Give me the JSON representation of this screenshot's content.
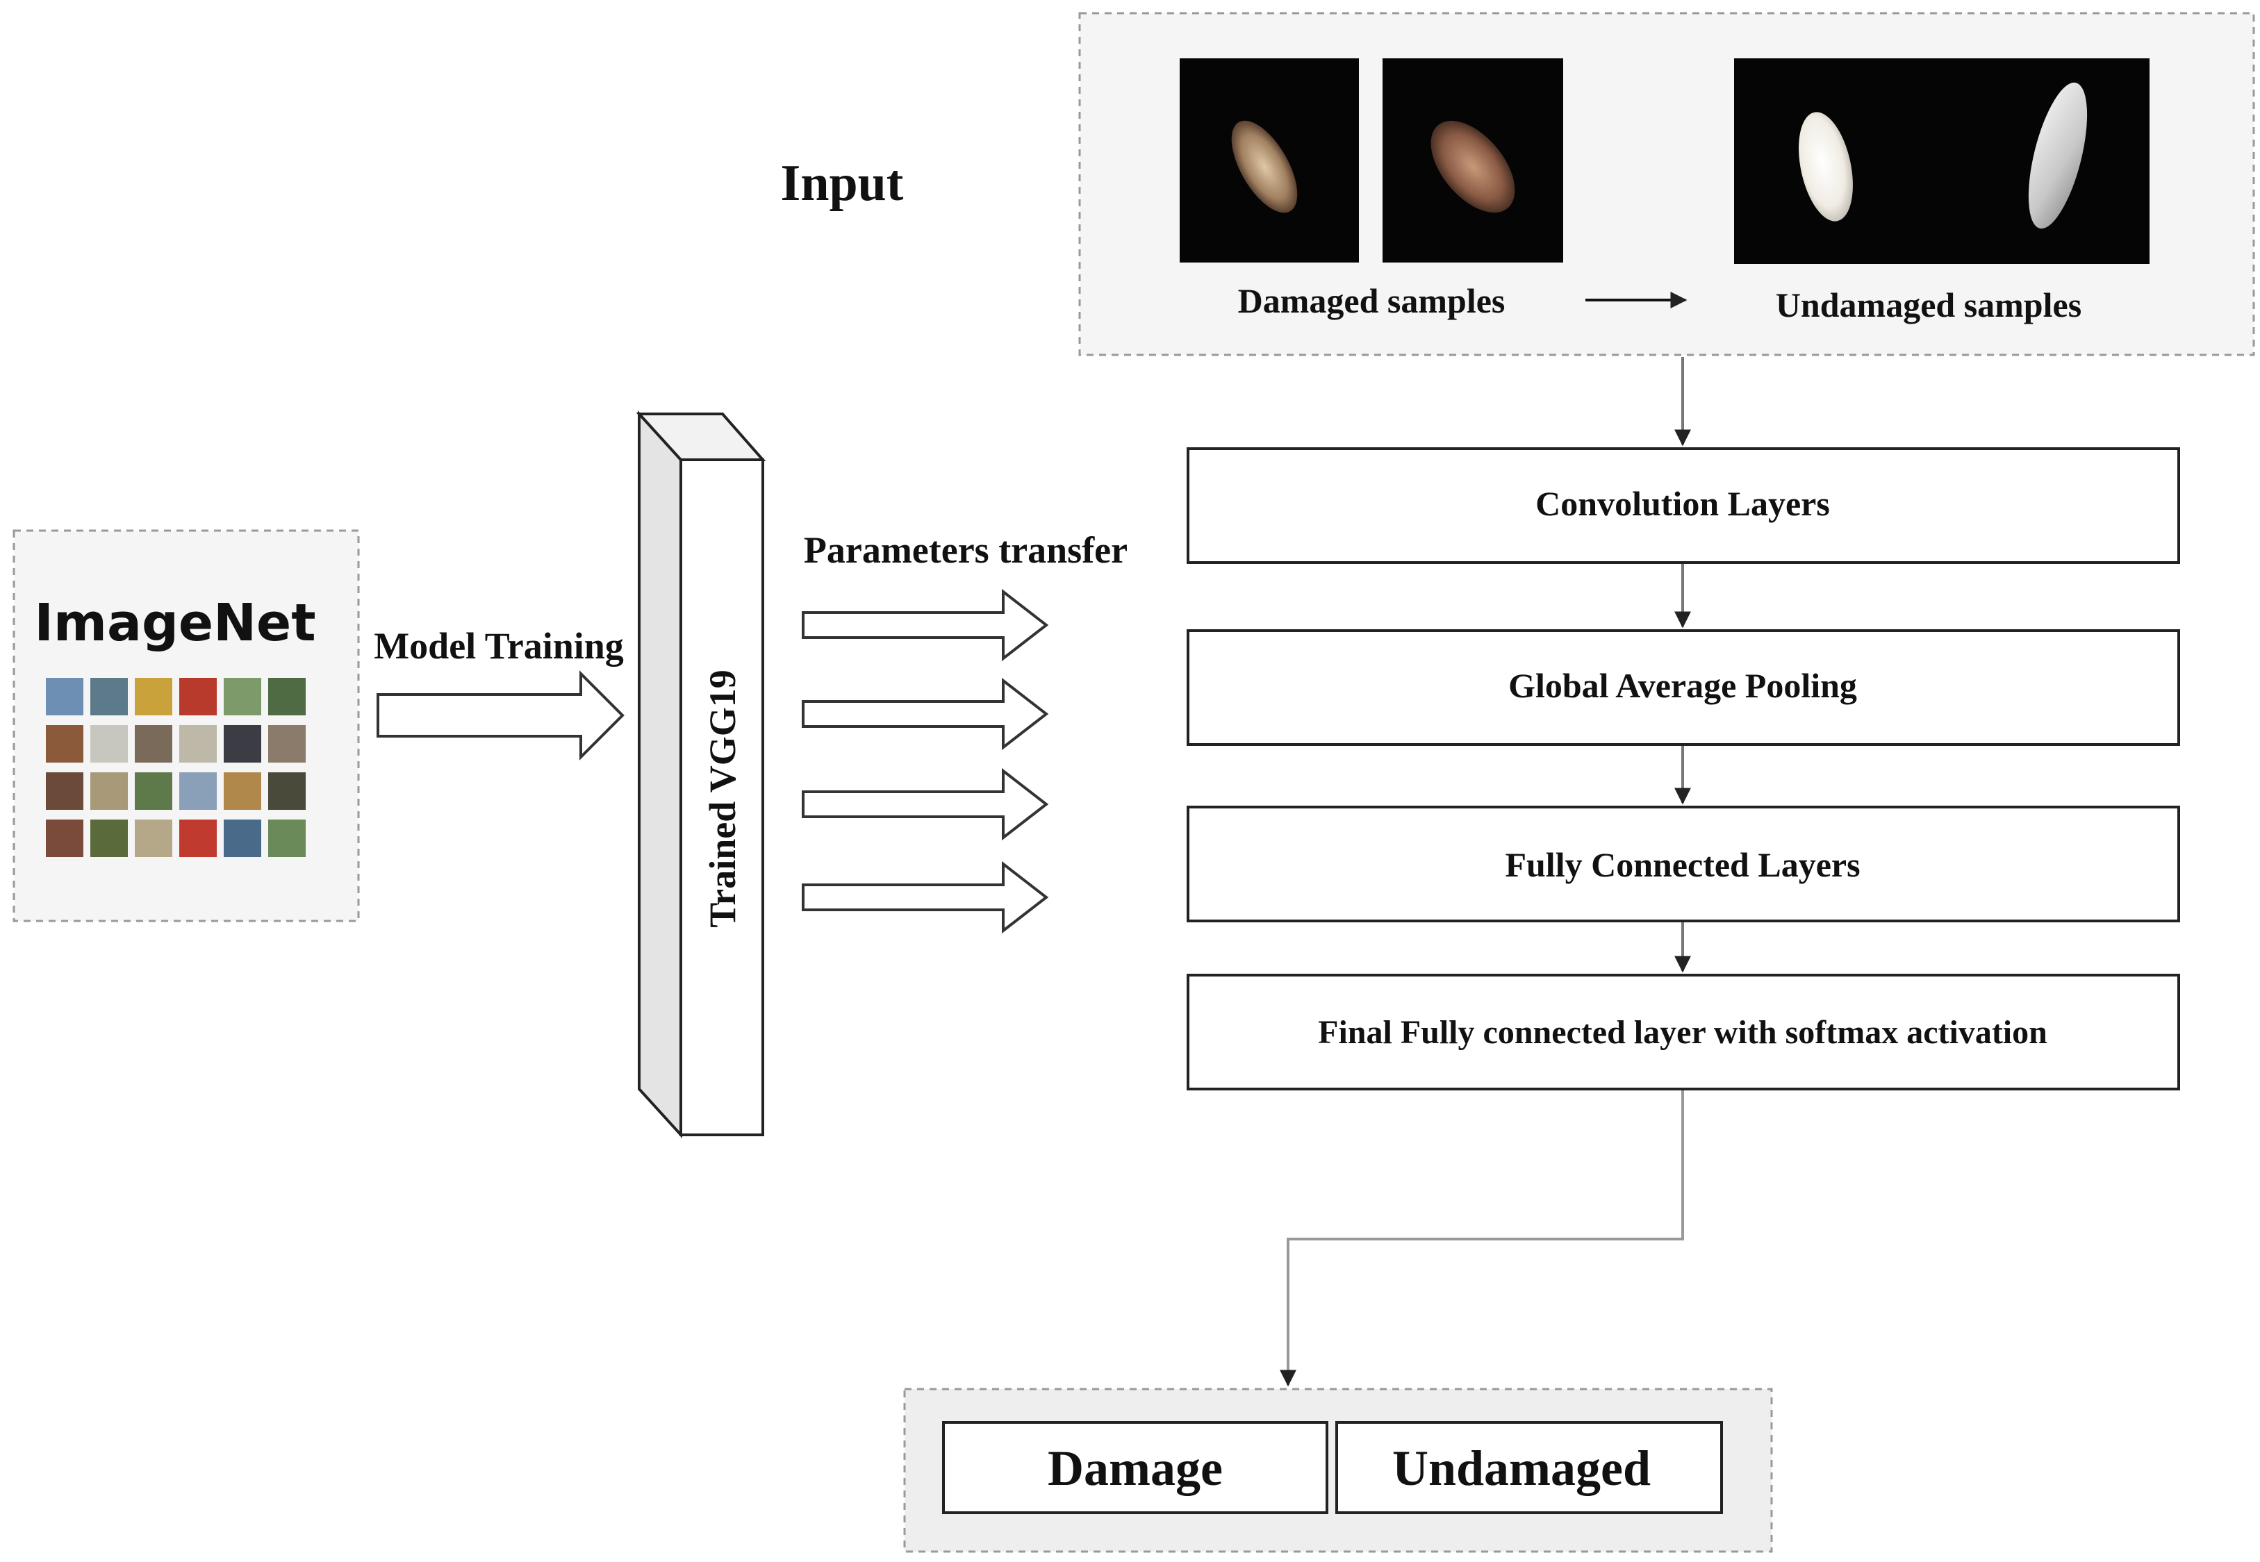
{
  "input_label": "Input",
  "imagenet": {
    "title": "ImageNet",
    "thumb_colors": [
      "#6d8fb3",
      "#5c7a8a",
      "#c9a23c",
      "#b83a2c",
      "#7d9a6a",
      "#4e6b44",
      "#8a5a3a",
      "#c7c7c0",
      "#7a6a5a",
      "#bdb8a8",
      "#3c3c44",
      "#8b7b6b",
      "#6b4a3a",
      "#a89a78",
      "#5f7a4a",
      "#8aa0b8",
      "#b0884c",
      "#4a4a3a",
      "#7a4a3a",
      "#5a6a3a",
      "#b5a888",
      "#c03a30",
      "#4a6a8a",
      "#6a8a5a"
    ]
  },
  "model_training_label": "Model Training",
  "vgg_label": "Trained VGG19",
  "params_transfer_label": "Parameters transfer",
  "samples": {
    "damaged_label": "Damaged samples",
    "undamaged_label": "Undamaged samples"
  },
  "layers": [
    "Convolution Layers",
    "Global Average Pooling",
    "Fully Connected Layers",
    "Final Fully connected layer with softmax activation"
  ],
  "outputs": [
    "Damage",
    "Undamaged"
  ]
}
